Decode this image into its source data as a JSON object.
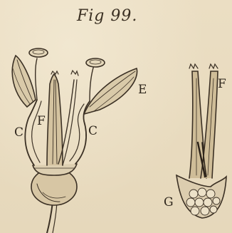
{
  "figure": {
    "title": "Fig 99.",
    "labels": {
      "c_left": "C",
      "c_right": "C",
      "f_left": "F",
      "e": "E",
      "f_right": "F",
      "g": "G"
    }
  }
}
